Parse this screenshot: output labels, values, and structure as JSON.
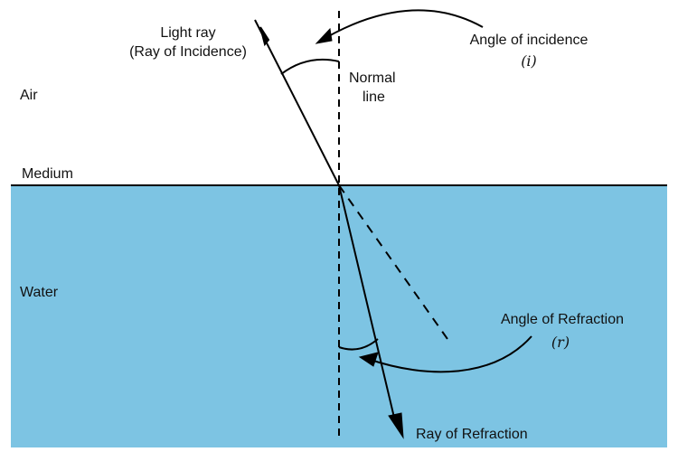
{
  "diagram": {
    "type": "refraction-diagram",
    "colors": {
      "water": "#7dc4e3",
      "air": "#ffffff",
      "line": "#000000",
      "text": "#111111"
    },
    "regions": {
      "air_label": "Air",
      "medium_label": "Medium",
      "water_label": "Water"
    },
    "normal": {
      "line1": "Normal",
      "line2": "line"
    },
    "incident_ray": {
      "line1": "Light ray",
      "line2": "(Ray of Incidence)"
    },
    "angle_incidence": {
      "label": "Angle of incidence",
      "symbol": "(i)"
    },
    "angle_refraction": {
      "label": "Angle of Refraction",
      "symbol": "(r)"
    },
    "refracted_ray": {
      "label": "Ray of Refraction"
    }
  }
}
